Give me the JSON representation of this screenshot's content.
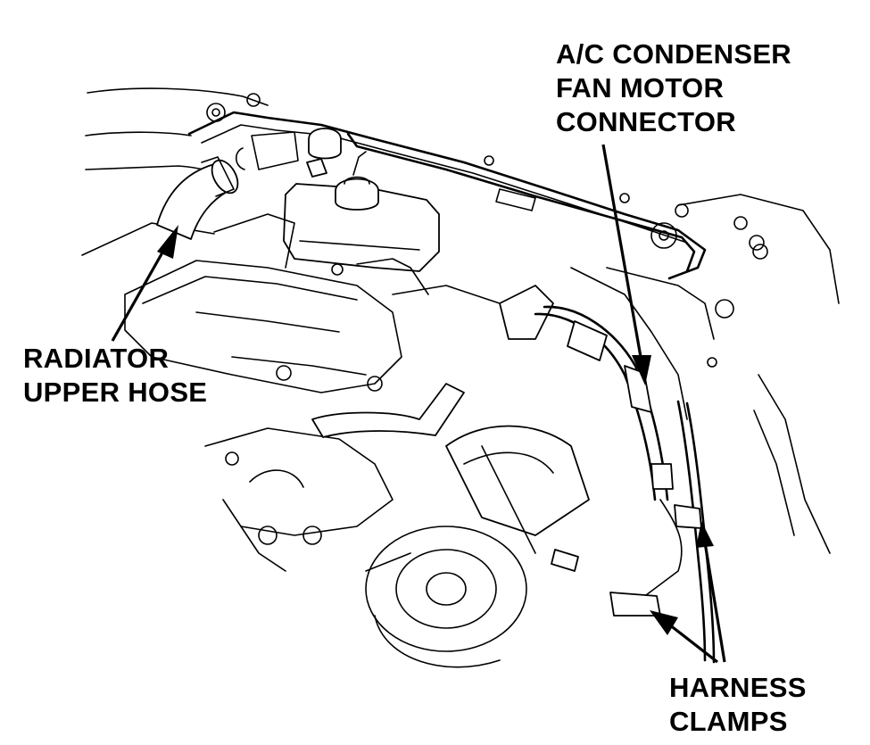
{
  "callouts": {
    "ac_condenser_fan_motor_connector": [
      "A/C CONDENSER",
      "FAN MOTOR",
      "CONNECTOR"
    ],
    "radiator_upper_hose": [
      "RADIATOR",
      "UPPER HOSE"
    ],
    "harness_clamps": [
      "HARNESS",
      "CLAMPS"
    ]
  },
  "colors": {
    "ink": "#000000",
    "paper": "#ffffff"
  }
}
